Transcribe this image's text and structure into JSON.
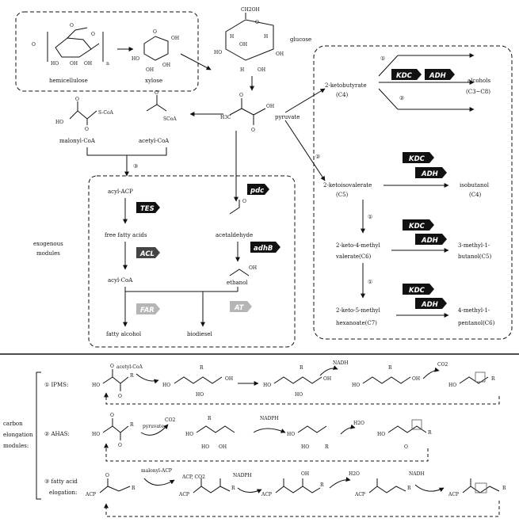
{
  "top": {
    "hemicellulose": "hemicellulose",
    "hemicellulose_n": "n",
    "xylose": "xylose",
    "glucose": "glucose",
    "glucose_ch2oh": "CH2OH",
    "pyruvate": "pyruvate",
    "malonyl_coa": "malonyl-CoA",
    "acetyl_coa": "acetyl-CoA",
    "malonyl_scoa": "S-CoA",
    "acetyl_scoa": "SCoA",
    "circle_3": "③",
    "acyl_acp": "acyl-ACP",
    "free_fatty_acids": "free fatty acids",
    "acyl_coa": "acyl-CoA",
    "fatty_alcohol": "fatty alcohol",
    "biodiesel": "biodiesel",
    "acetaldehyde": "acetaldehyde",
    "ethanol": "ethanol",
    "exogenous": "exogenous",
    "modules": "modules",
    "enzymes": {
      "tes": "TES",
      "acl": "ACL",
      "far": "FAR",
      "at": "AT",
      "pdc": "pdc",
      "adhb": "adhB"
    }
  },
  "right": {
    "circle_1a": "①",
    "circle_2a": "②",
    "circle_2b": "②",
    "circle_1b": "①",
    "circle_1c": "①",
    "ketobutyrate": "2-ketobutyrate",
    "ketobutyrate_c": "(C4)",
    "alcohols": "alcohols",
    "alcohols_c": "(C3~C8)",
    "ketoisovalerate": "2-ketoisovalerate",
    "ketoisovalerate_c": "(C5)",
    "isobutanol": "isobutanol",
    "isobutanol_c": "(C4)",
    "keto4methyl_1": "2-keto-4-methyl",
    "keto4methyl_2": "valerate(C6)",
    "methylbutanol_1": "3-methyl-1-",
    "methylbutanol_2": "butanol(C5)",
    "keto5methyl_1": "2-keto-5-methyl",
    "keto5methyl_2": "hexanoate(C7)",
    "methylpentanol_1": "4-methyl-1-",
    "methylpentanol_2": "pentanol(C6)",
    "kdc": "KDC",
    "adh": "ADH"
  },
  "bottom": {
    "carbon": "carbon",
    "elongation": "elongation",
    "modules": "modules:",
    "ipms_label": "① IPMS:",
    "ahas_label": "② AHAS:",
    "fa_label_1": "③ fatty acid",
    "fa_label_2": "elogation:",
    "acetyl_coa": "acetyl-CoA",
    "nadh": "NADH",
    "co2": "CO2",
    "pyruvate": "pyruvate",
    "nadph": "NADPH",
    "h2o": "H2O",
    "malonyl_acp": "malonyl-ACP",
    "acp_co2": "ACP, CO2",
    "acp": "ACP",
    "r": "R",
    "o": "O",
    "oh": "OH",
    "ho": "HO"
  }
}
